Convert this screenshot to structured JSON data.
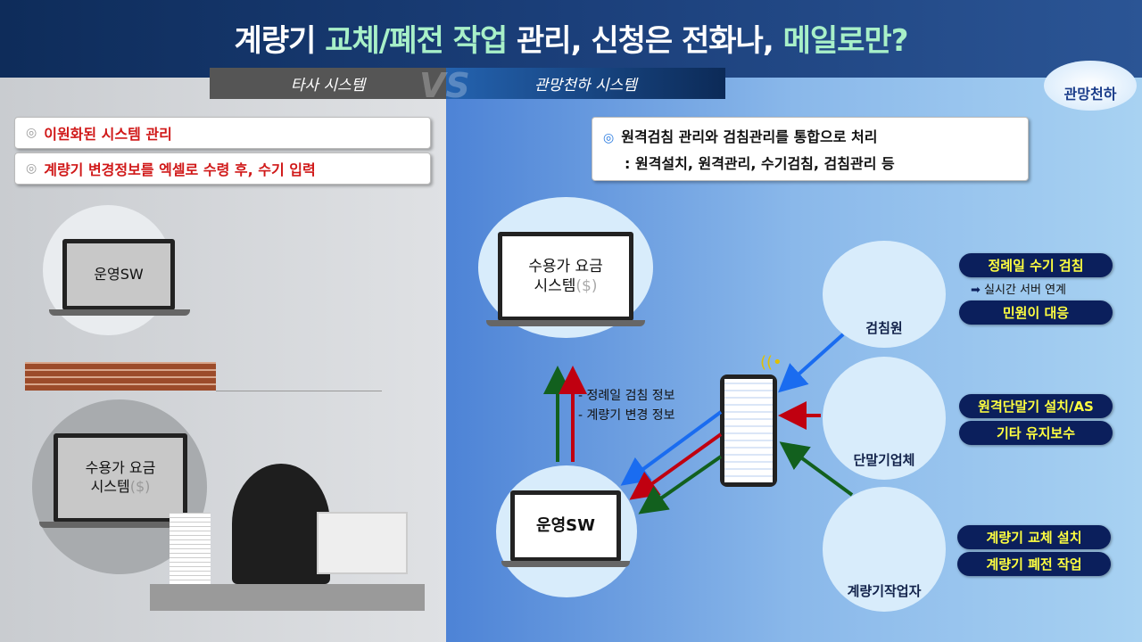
{
  "title": {
    "p1": "계량기 ",
    "p2": "교체/폐전 작업",
    "p3": " 관리, 신청은 전화나, ",
    "p4": "메일로만?"
  },
  "tabs": {
    "left": "타사 시스템",
    "vs": "VS",
    "right": "관망천하 시스템"
  },
  "logo": {
    "text": "관망천하"
  },
  "left": {
    "bullets": [
      "이원화된 시스템 관리",
      "계량기 변경정보를 엑셀로 수령 후, 수기 입력"
    ],
    "laptop1": "운영SW",
    "laptop2_l1": "수용가 요금",
    "laptop2_l2": "시스템",
    "laptop2_sym": "($)"
  },
  "right": {
    "bullet_l1": "원격검침 관리와 검침관리를 통합으로 처리",
    "bullet_l2": ": 원격설치, 원격관리, 수기검침, 검침관리 등",
    "billing_l1": "수용가 요금",
    "billing_l2": "시스템",
    "billing_sym": "($)",
    "opsw": "운영SW",
    "notes": [
      "- 정례일 검침 정보",
      "- 계량기 변경 정보"
    ],
    "actors": [
      {
        "label": "검침원",
        "pills": [
          "정례일 수기 검침",
          "민원이 대응"
        ],
        "sub": "실시간 서버 연계"
      },
      {
        "label": "단말기업체",
        "pills": [
          "원격단말기 설치/AS",
          "기타 유지보수"
        ]
      },
      {
        "label": "계량기작업자",
        "pills": [
          "계량기 교체 설치",
          "계량기 폐전 작업"
        ]
      }
    ]
  },
  "colors": {
    "blue": "#1a6cf0",
    "red": "#c00010",
    "green": "#12601e"
  }
}
